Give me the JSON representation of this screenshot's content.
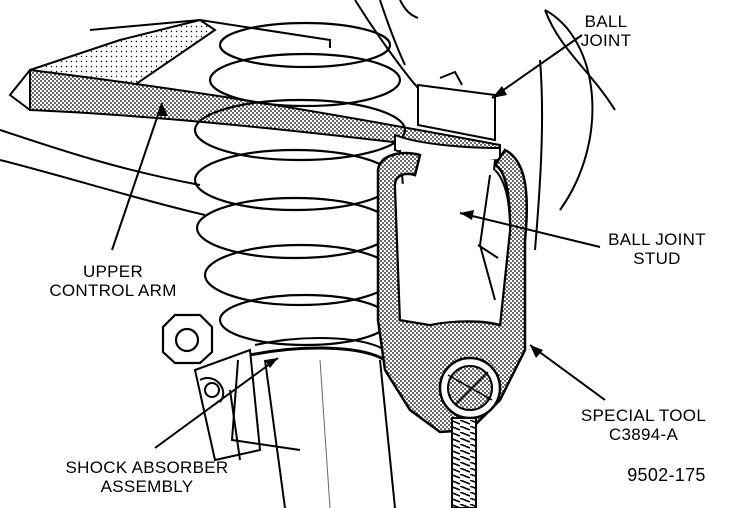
{
  "labels": {
    "ball_joint": [
      "BALL",
      "JOINT"
    ],
    "ball_joint_stud": [
      "BALL JOINT",
      "STUD"
    ],
    "upper_control_arm": [
      "UPPER",
      "CONTROL ARM"
    ],
    "special_tool": [
      "SPECIAL TOOL",
      "C3894-A"
    ],
    "shock_absorber": [
      "SHOCK ABSORBER",
      "ASSEMBLY"
    ]
  },
  "figure_number": "9502-175",
  "colors": {
    "ink": "#000000",
    "paper": "#ffffff",
    "shade": "#8a8a8a"
  }
}
